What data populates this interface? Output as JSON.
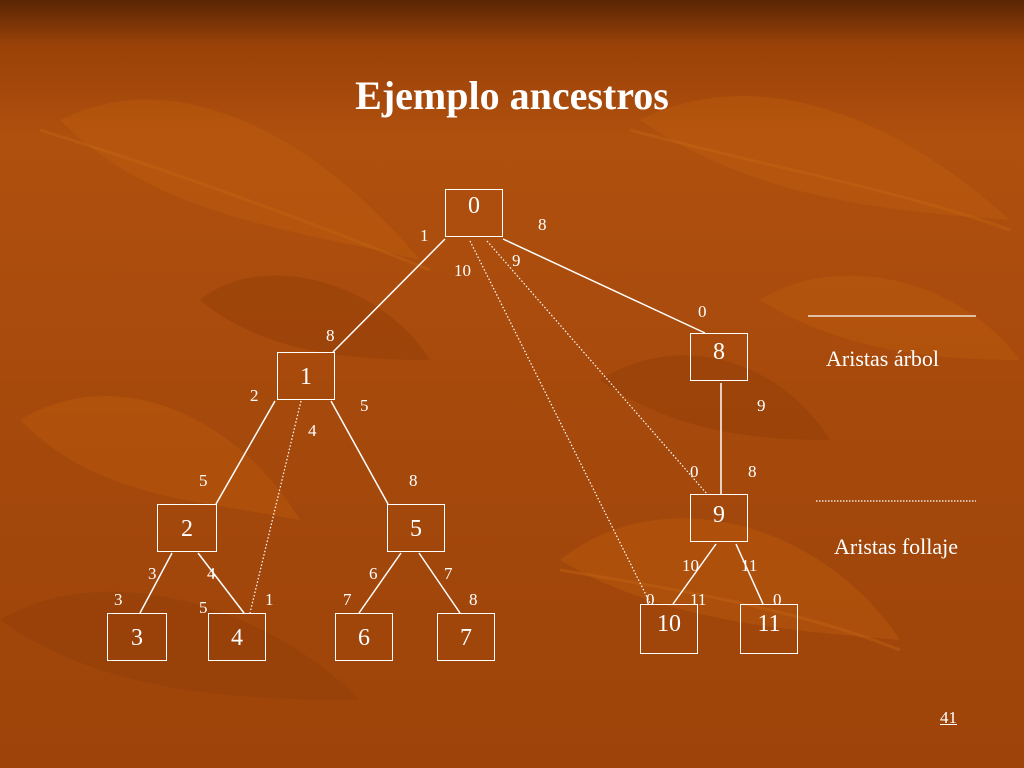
{
  "title": "Ejemplo ancestros",
  "nodes": [
    {
      "id": "0",
      "label": "0"
    },
    {
      "id": "1",
      "label": "1"
    },
    {
      "id": "8",
      "label": "8"
    },
    {
      "id": "2",
      "label": "2"
    },
    {
      "id": "5",
      "label": "5"
    },
    {
      "id": "9",
      "label": "9"
    },
    {
      "id": "3",
      "label": "3"
    },
    {
      "id": "4",
      "label": "4"
    },
    {
      "id": "6",
      "label": "6"
    },
    {
      "id": "7",
      "label": "7"
    },
    {
      "id": "10",
      "label": "10"
    },
    {
      "id": "11",
      "label": "11"
    }
  ],
  "edges": {
    "tree": [
      [
        "0",
        "1"
      ],
      [
        "0",
        "8"
      ],
      [
        "1",
        "2"
      ],
      [
        "1",
        "5"
      ],
      [
        "8",
        "9"
      ],
      [
        "2",
        "3"
      ],
      [
        "2",
        "4"
      ],
      [
        "5",
        "6"
      ],
      [
        "5",
        "7"
      ],
      [
        "9",
        "10"
      ],
      [
        "9",
        "11"
      ]
    ],
    "leaf": [
      [
        "1",
        "4"
      ],
      [
        "0",
        "10"
      ],
      [
        "0",
        "9"
      ]
    ]
  },
  "annotations": [
    "8",
    "1",
    "10",
    "9",
    "0",
    "8",
    "2",
    "5",
    "4",
    "5",
    "8",
    "9",
    "0",
    "8",
    "3",
    "4",
    "3",
    "5",
    "1",
    "6",
    "7",
    "7",
    "8",
    "10",
    "11",
    "0",
    "11",
    "0"
  ],
  "legend": {
    "tree_edges": "Aristas  árbol",
    "leaf_edges": "Aristas follaje"
  },
  "page_number": "41",
  "colors": {
    "foreground": "#ffffff",
    "background": "#a5490c"
  }
}
